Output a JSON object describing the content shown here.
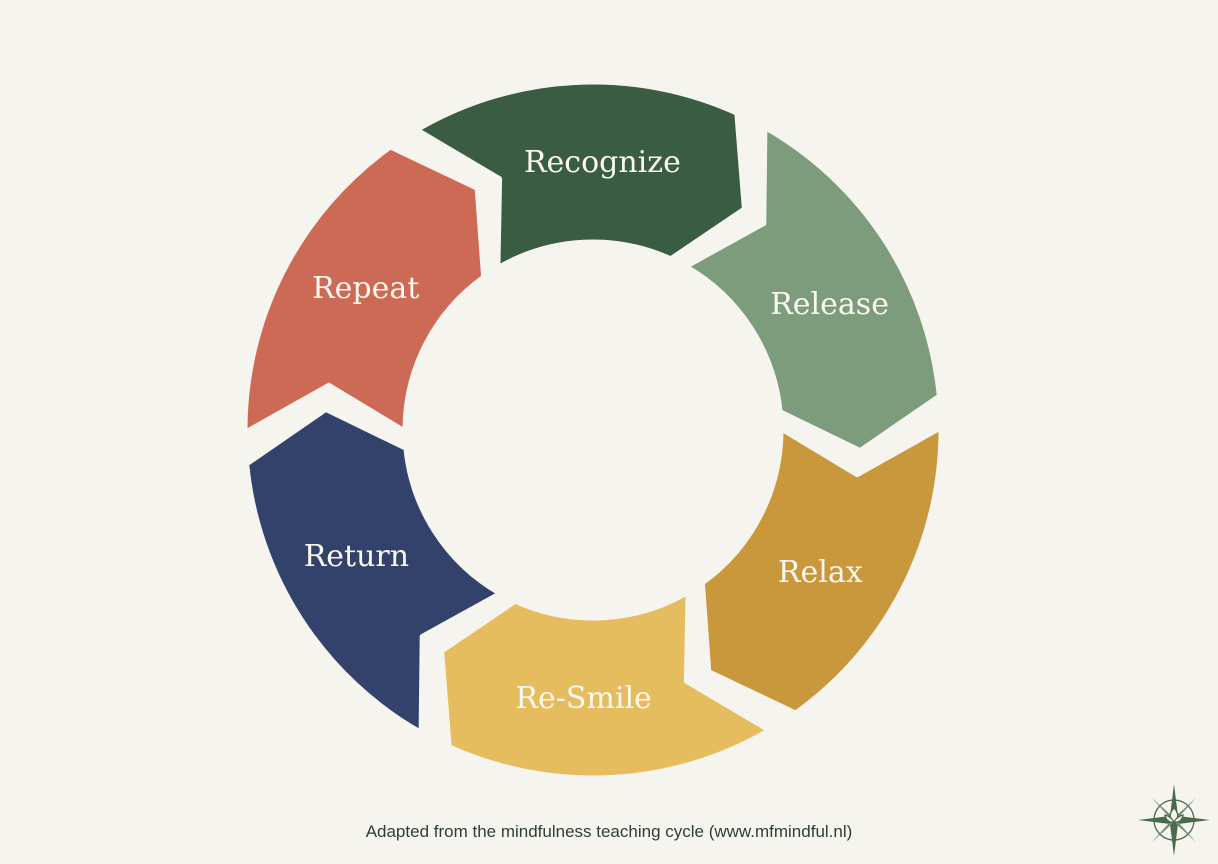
{
  "diagram": {
    "segments": [
      {
        "label": "Recognize",
        "color": "#3a5c42"
      },
      {
        "label": "Release",
        "color": "#7c9c7c"
      },
      {
        "label": "Relax",
        "color": "#c9973c"
      },
      {
        "label": "Re-Smile",
        "color": "#e6bd5e"
      },
      {
        "label": "Return",
        "color": "#33426b"
      },
      {
        "label": "Repeat",
        "color": "#cd6a55"
      }
    ]
  },
  "caption": "Adapted from the mindfulness teaching cycle (www.mfmindful.nl)",
  "logo": {
    "icon": "compass-lotus-icon",
    "color": "#4a6a4c"
  }
}
